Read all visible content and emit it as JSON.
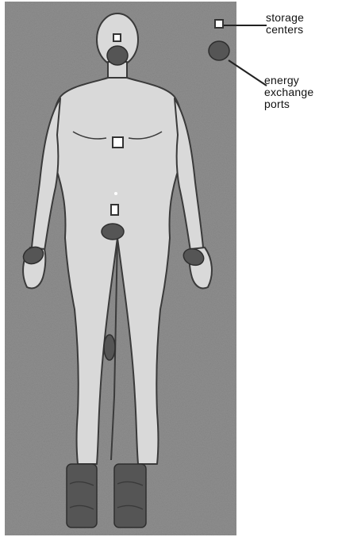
{
  "legend": {
    "storage_centers": {
      "line1": "storage",
      "line2": "centers"
    },
    "energy_exchange_ports": {
      "line1": "energy",
      "line2": "exchange",
      "line3": "ports"
    }
  },
  "colors": {
    "background_panel": "#8f8f8f",
    "body_fill": "#d9d9d9",
    "outline": "#3a3a3a",
    "port": "#555555",
    "storage_center": "#ffffff",
    "text": "#111111"
  }
}
